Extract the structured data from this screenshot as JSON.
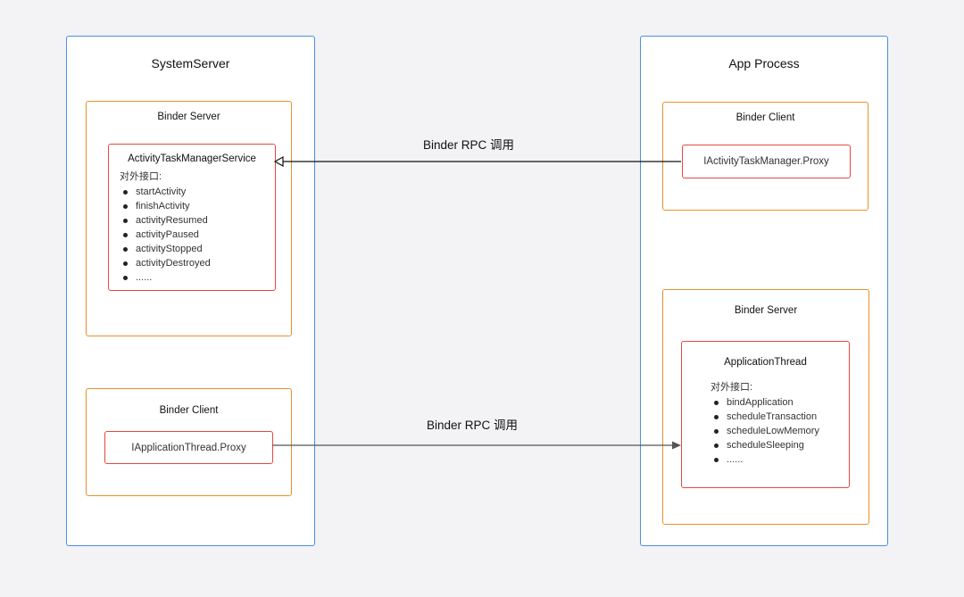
{
  "system_server": {
    "title": "SystemServer",
    "binder_server": {
      "title": "Binder Server",
      "service": {
        "name": "ActivityTaskManagerService",
        "interface_label": "对外接口:",
        "methods": [
          "startActivity",
          "finishActivity",
          "activityResumed",
          "activityPaused",
          "activityStopped",
          "activityDestroyed",
          "......"
        ]
      }
    },
    "binder_client": {
      "title": "Binder Client",
      "proxy": "IApplicationThread.Proxy"
    }
  },
  "app_process": {
    "title": "App Process",
    "binder_client": {
      "title": "Binder Client",
      "proxy": "IActivityTaskManager.Proxy"
    },
    "binder_server": {
      "title": "Binder Server",
      "service": {
        "name": "ApplicationThread",
        "interface_label": "对外接口:",
        "methods": [
          "bindApplication",
          "scheduleTransaction",
          "scheduleLowMemory",
          "scheduleSleeping",
          "......"
        ]
      }
    }
  },
  "edges": [
    {
      "from": "IActivityTaskManager.Proxy",
      "to": "ActivityTaskManagerService",
      "label": "Binder RPC 调用"
    },
    {
      "from": "IApplicationThread.Proxy",
      "to": "ApplicationThread",
      "label": "Binder RPC 调用"
    }
  ],
  "colors": {
    "process_border": "#4a90e2",
    "binder_border": "#e8912b",
    "service_border": "#e5483f",
    "background": "#f3f3f6"
  }
}
